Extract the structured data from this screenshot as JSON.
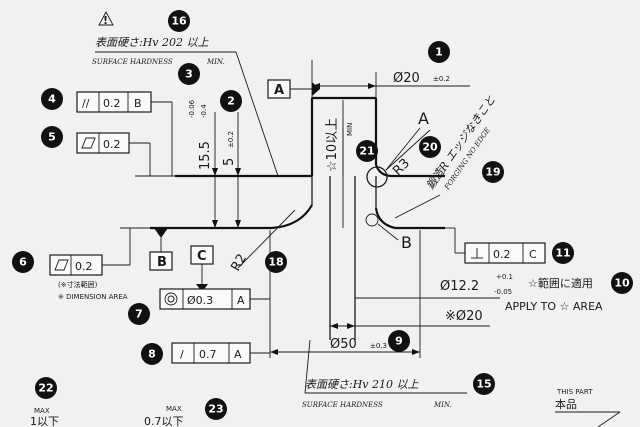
{
  "markers": {
    "m1": "1",
    "m2": "2",
    "m3": "3",
    "m4": "4",
    "m5": "5",
    "m6": "6",
    "m7": "7",
    "m8": "8",
    "m9": "9",
    "m10": "10",
    "m11": "11",
    "m15": "15",
    "m16": "16",
    "m18": "18",
    "m19": "19",
    "m20": "20",
    "m21": "21",
    "m22": "22",
    "m23": "23"
  },
  "surface_top": {
    "jp": "表面硬さ:Hv 202 以上",
    "en": "SURFACE HARDNESS",
    "min": "MIN."
  },
  "surface_bottom": {
    "jp": "表面硬さ:Hv 210 以上",
    "en": "SURFACE HARDNESS",
    "min": "MIN."
  },
  "warning_symbol": "!",
  "datums": {
    "a_box": "A",
    "a_label": "A",
    "b_box": "B",
    "b_label": "B",
    "c_box": "C"
  },
  "fcf": {
    "parallel": {
      "symbol": "//",
      "value": "0.2",
      "datum": "B"
    },
    "flatness": {
      "value": "0.2"
    },
    "flatness_area": {
      "value": "0.2"
    },
    "perpendicular": {
      "value": "0.2",
      "datum": "C"
    },
    "coaxial": {
      "value": "Ø0.3",
      "datum": "A"
    },
    "runout": {
      "symbol": "/",
      "value": "0.7",
      "datum": "A"
    }
  },
  "notes": {
    "dimension_area_jp": "(※寸法範囲)",
    "dimension_area_en": "※ DIMENSION AREA",
    "range_note": "☆範囲に適用",
    "apply_to": "APPLY TO ☆ AREA",
    "forging_jp": "鍛造R エッジなきこと",
    "forging_en": "FORGING NO EDGE",
    "this_part_en": "THIS PART",
    "this_part_jp": "本品"
  },
  "dims": {
    "d20": "Ø20",
    "d20_tol": "±0.2",
    "d50": "Ø50",
    "d50_tol": "±0.3",
    "d12": "Ø12.2",
    "d12_upper": "+0.1",
    "d12_lower": "-0.05",
    "ref20": "※Ø20",
    "h155": "15.5",
    "h155_upper": "-0.06",
    "h155_lower": "-0.4",
    "h5": "5",
    "h5_tol": "±0.2",
    "h10": "☆10以上",
    "h10_min": "MIN",
    "r3": "R3",
    "r2": "R2"
  },
  "bottom": {
    "max_a": "MAX",
    "val_a": "1以下",
    "max_b": "MAX",
    "val_b": "0.7以下"
  }
}
